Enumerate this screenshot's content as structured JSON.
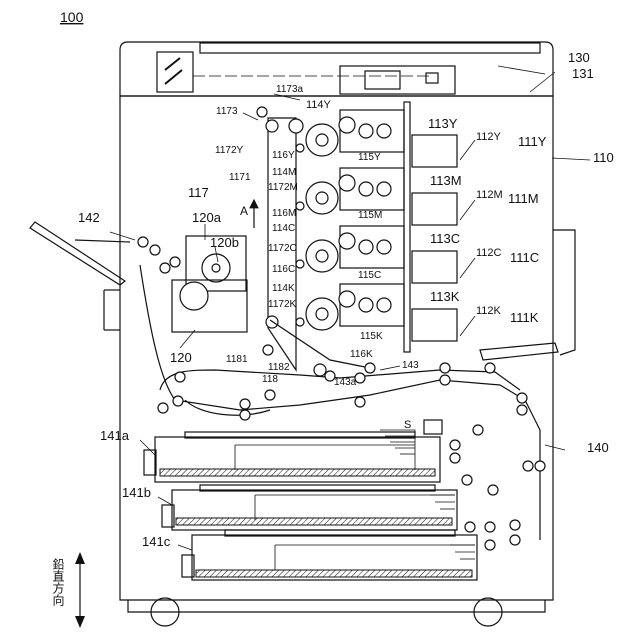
{
  "figure_number": "100",
  "vertical_direction_label": "鉛直方向",
  "arrow_label": "A",
  "sheet_label": "S",
  "labels": {
    "n130": "130",
    "n131": "131",
    "n110": "110",
    "n140": "140",
    "n1173a": "1173a",
    "n1173": "1173",
    "n1172Y": "1172Y",
    "n1171": "1171",
    "n117": "117",
    "n114Y": "114Y",
    "n116Y": "116Y",
    "n115Y": "115Y",
    "n113Y": "113Y",
    "n112Y": "112Y",
    "n111Y": "111Y",
    "n114M": "114M",
    "n1172M": "1172M",
    "n116M": "116M",
    "n115M": "115M",
    "n113M": "113M",
    "n112M": "112M",
    "n111M": "111M",
    "n114C": "114C",
    "n1172C": "1172C",
    "n116C": "116C",
    "n115C": "115C",
    "n113C": "113C",
    "n112C": "112C",
    "n111C": "111C",
    "n114K": "114K",
    "n1172K": "1172K",
    "n115K": "115K",
    "n116K": "116K",
    "n113K": "113K",
    "n112K": "112K",
    "n111K": "111K",
    "n142": "142",
    "n120a": "120a",
    "n120b": "120b",
    "n120": "120",
    "n1181": "1181",
    "n1182": "1182",
    "n118": "118",
    "n143a": "143a",
    "n143": "143",
    "n141a": "141a",
    "n141b": "141b",
    "n141c": "141c"
  }
}
